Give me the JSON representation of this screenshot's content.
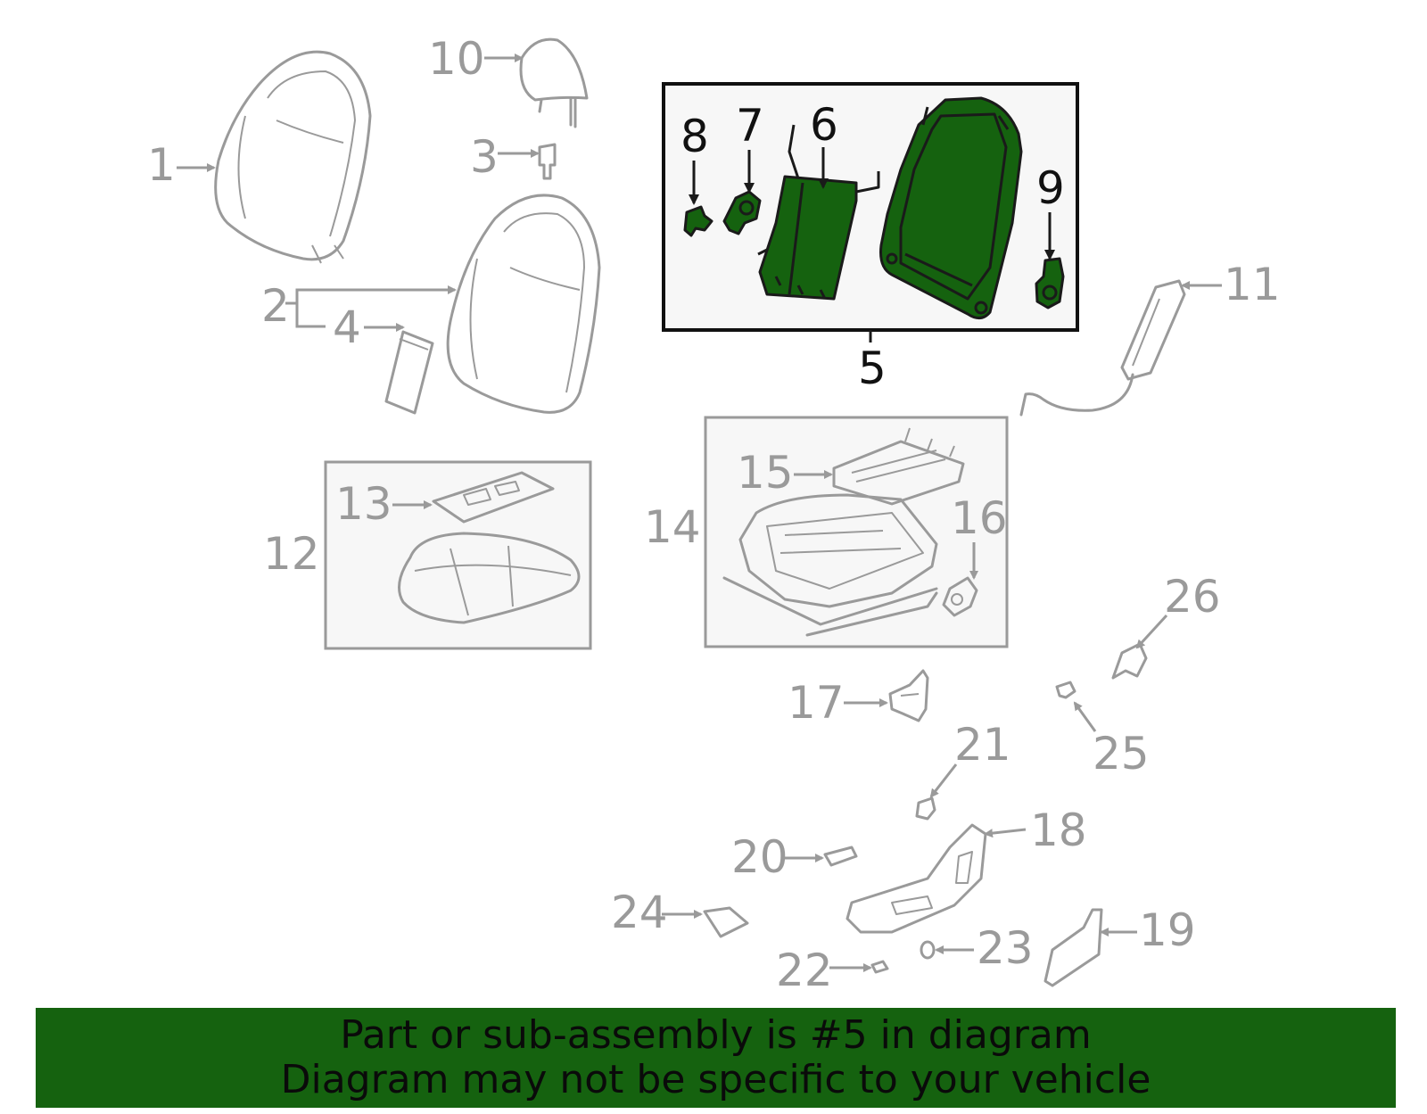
{
  "diagram": {
    "callouts": [
      "1",
      "2",
      "3",
      "4",
      "5",
      "6",
      "7",
      "8",
      "9",
      "10",
      "11",
      "12",
      "13",
      "14",
      "15",
      "16",
      "17",
      "18",
      "19",
      "20",
      "21",
      "22",
      "23",
      "24",
      "25",
      "26"
    ],
    "highlighted_part": "5",
    "colors": {
      "highlight_fill": "#15620f",
      "line_gray": "#9a9a9a",
      "highlight_stroke": "#1a1a1a",
      "banner_bg": "#15620f"
    }
  },
  "banner": {
    "line1": "Part or sub-assembly is #5 in diagram",
    "line2": "Diagram may not be specific to your vehicle"
  }
}
